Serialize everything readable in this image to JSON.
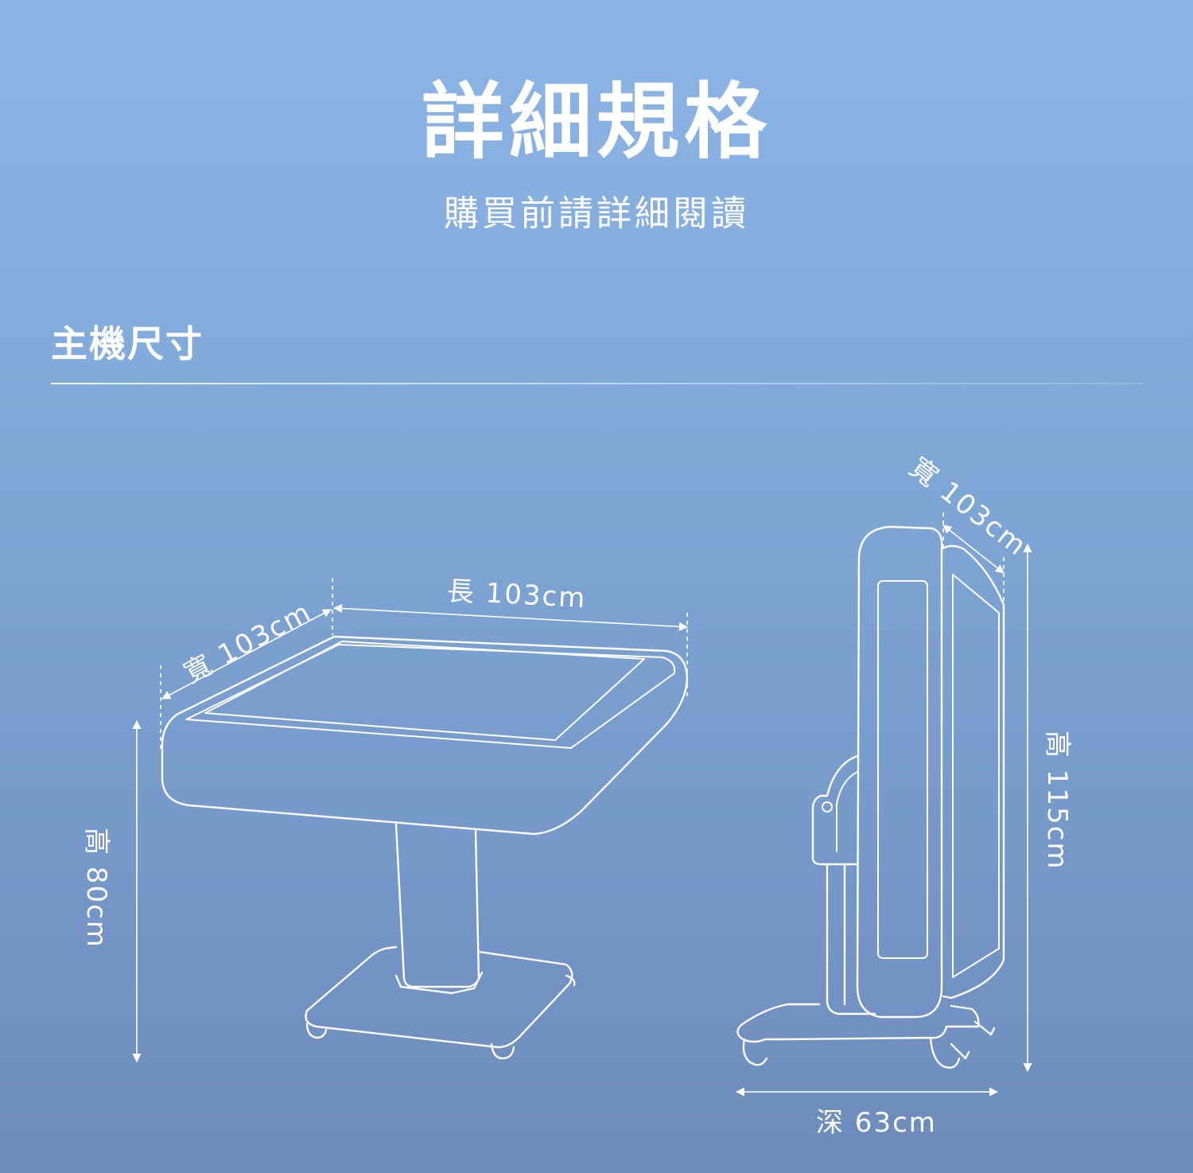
{
  "header": {
    "title": "詳細規格",
    "subtitle": "購買前請詳細閱讀"
  },
  "section": {
    "title": "主機尺寸"
  },
  "dimensions": {
    "table_length": "長 103cm",
    "table_width": "寬 103cm",
    "table_height": "高 80cm",
    "folded_width": "寬 103cm",
    "folded_height": "高 115cm",
    "folded_depth": "深 63cm"
  },
  "colors": {
    "line": "#ffffff",
    "background_top": "#8cb4e6",
    "background_bottom": "#6c8bba"
  }
}
